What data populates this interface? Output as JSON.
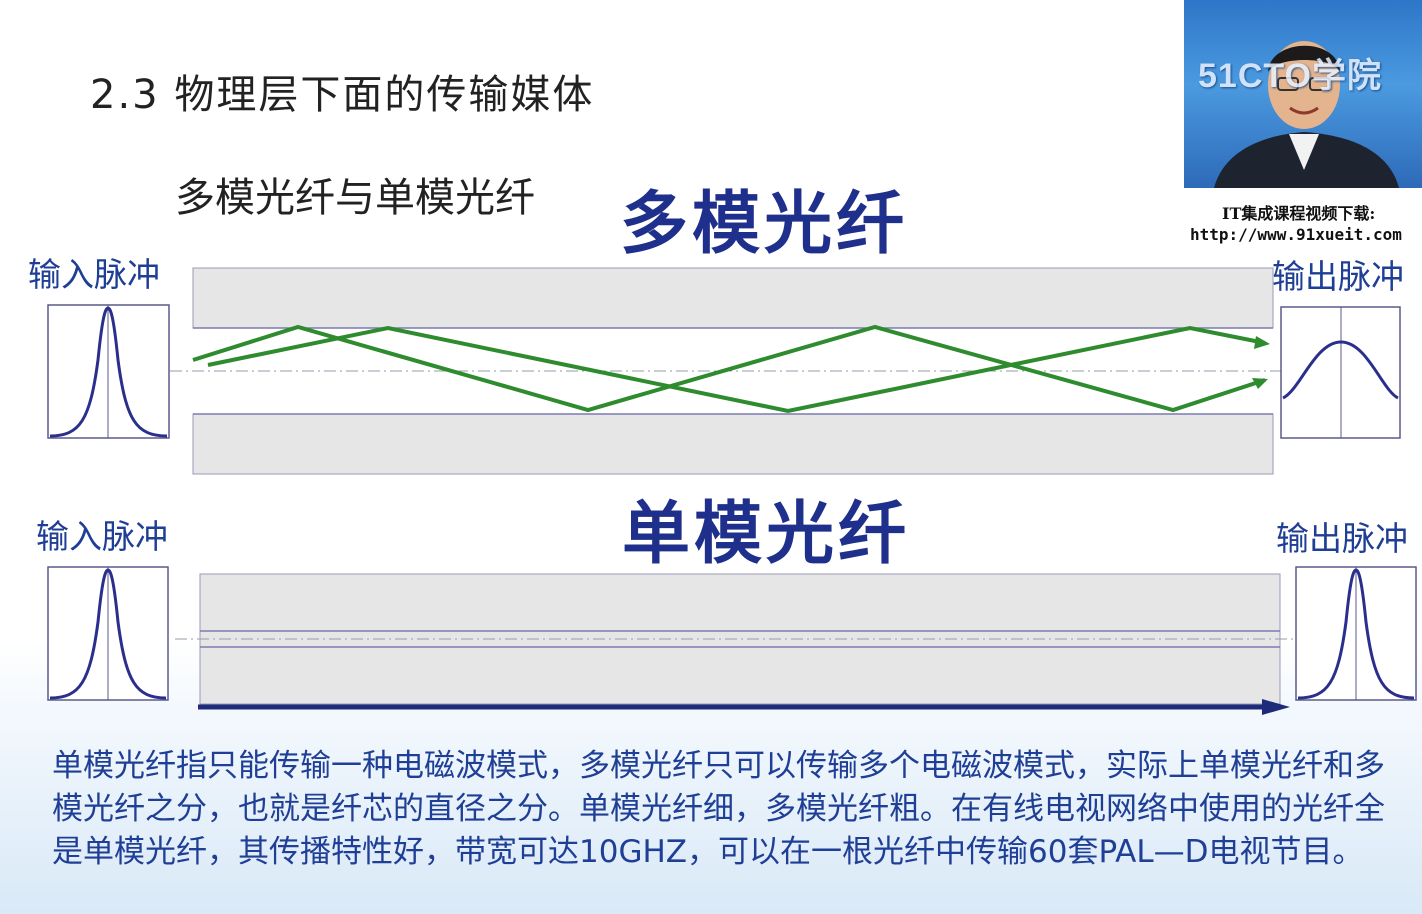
{
  "slide": {
    "title": "2.3  物理层下面的传输媒体",
    "subtitle": "多模光纤与单模光纤"
  },
  "multimode": {
    "heading": "多模光纤",
    "input_label": "输入脉冲",
    "output_label": "输出脉冲"
  },
  "singlemode": {
    "heading": "单模光纤",
    "input_label": "输入脉冲",
    "output_label": "输出脉冲"
  },
  "body_text": "单模光纤指只能传输一种电磁波模式，多模光纤只可以传输多个电磁波模式，实际上单模光纤和多模光纤之分，也就是纤芯的直径之分。单模光纤细，多模光纤粗。在有线电视网络中使用的光纤全是单模光纤，其传播特性好，带宽可达10GHZ，可以在一根光纤中传输60套PAL—D电视节目。",
  "overlay": {
    "logo_text": "51CTO学院",
    "caption_line1": "IT集成课程视频下载:",
    "caption_line2": "http://www.91xueit.com"
  },
  "colors": {
    "heading": "#1f2f8c",
    "label": "#1f3f96",
    "ray": "#2e8b2e",
    "cladding": "#e6e6e6",
    "pulse": "#2a2f8c"
  }
}
